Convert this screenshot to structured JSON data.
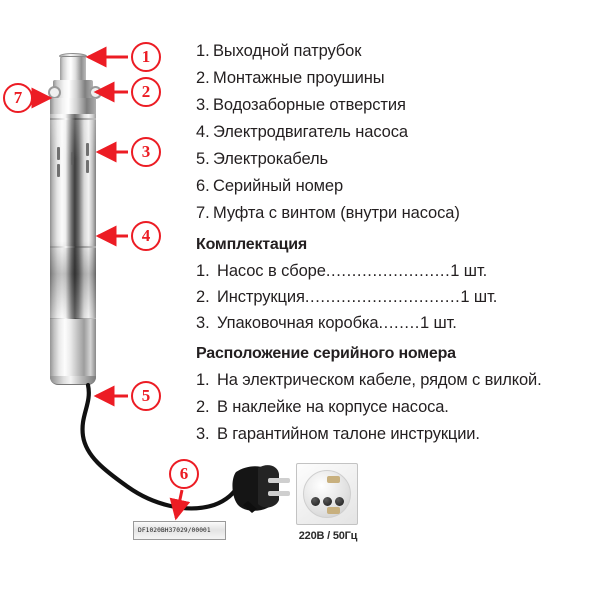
{
  "parts_list": {
    "items": [
      {
        "num": "1.",
        "label": "Выходной патрубок"
      },
      {
        "num": "2.",
        "label": "Монтажные проушины"
      },
      {
        "num": "3.",
        "label": "Водозаборные отверстия"
      },
      {
        "num": "4.",
        "label": "Электродвигатель насоса"
      },
      {
        "num": "5.",
        "label": "Электрокабель"
      },
      {
        "num": "6.",
        "label": "Серийный номер"
      },
      {
        "num": "7.",
        "label": "Муфта с винтом (внутри насоса)"
      }
    ]
  },
  "kit": {
    "heading": "Комплектация",
    "items": [
      {
        "num": "1.",
        "name": "Насос в сборе",
        "dots": "........................",
        "qty": "1 шт."
      },
      {
        "num": "2.",
        "name": "Инструкция",
        "dots": "..............................",
        "qty": "1 шт."
      },
      {
        "num": "3.",
        "name": "Упаковочная коробка",
        "dots": "........",
        "qty": "1 шт."
      }
    ]
  },
  "serial_location": {
    "heading": "Расположение серийного номера",
    "items": [
      {
        "num": "1.",
        "label": "На электрическом кабеле, рядом с вилкой."
      },
      {
        "num": "2.",
        "label": "В наклейке на корпусе насоса."
      },
      {
        "num": "3.",
        "label": "В гарантийном талоне инструкции."
      }
    ]
  },
  "callouts": [
    {
      "id": "1",
      "label": "1"
    },
    {
      "id": "2",
      "label": "2"
    },
    {
      "id": "3",
      "label": "3"
    },
    {
      "id": "4",
      "label": "4"
    },
    {
      "id": "5",
      "label": "5"
    },
    {
      "id": "6",
      "label": "6"
    },
    {
      "id": "7",
      "label": "7"
    }
  ],
  "sticker": {
    "serial": "DF1020BH37029/00001"
  },
  "socket": {
    "rating": "220В / 50Гц"
  },
  "colors": {
    "callout_red": "#ec1c24",
    "text": "#231f20",
    "background": "#ffffff"
  }
}
